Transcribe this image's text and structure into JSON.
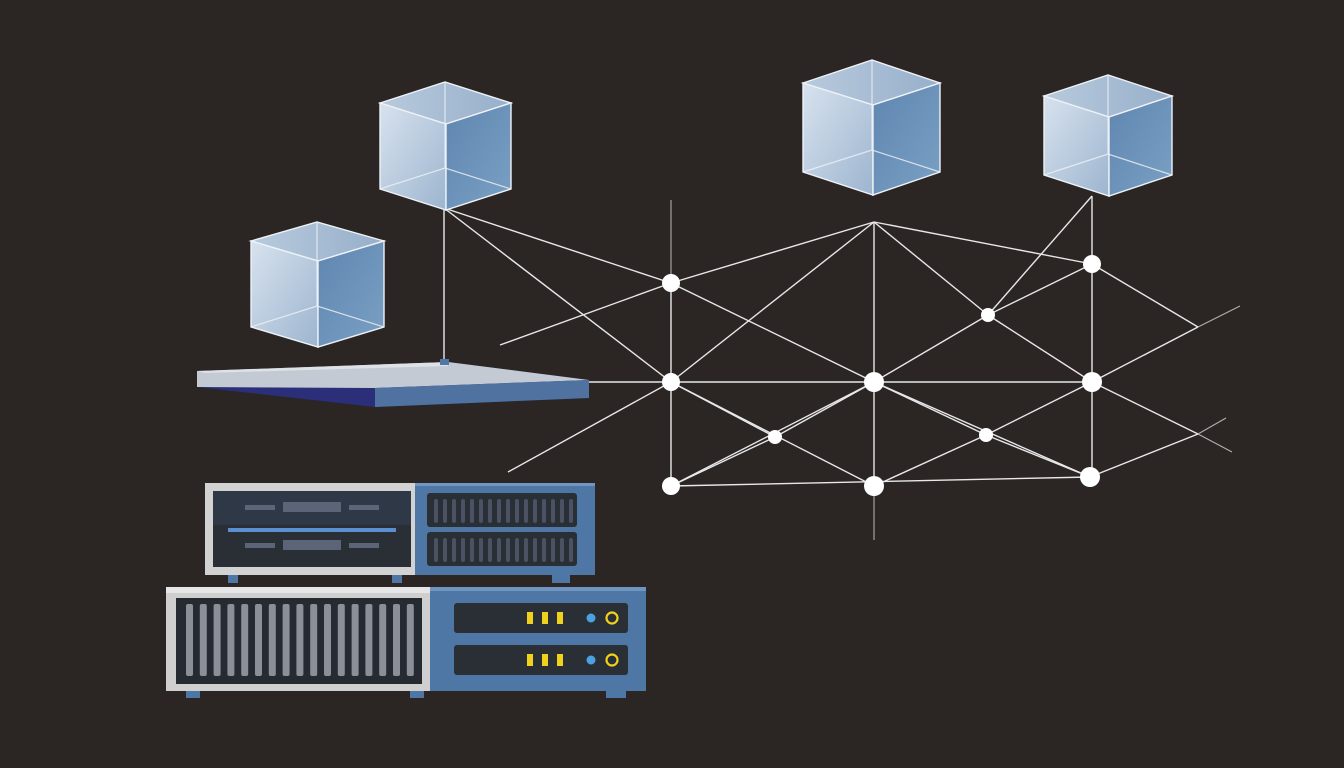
{
  "colors": {
    "background": "#2b2624",
    "cube_front": "#c6d4e4",
    "cube_side": "#6f94ba",
    "cube_top": "#a9bdd4",
    "cube_edge": "#eef2f7",
    "network_line": "#e8e8ea",
    "node": "#ffffff",
    "panel_top": "#c3cad3",
    "panel_side": "#4f72a0",
    "panel_bottom": "#2b2f7a",
    "server_blue": "#4f77a6",
    "server_gray": "#c9c9c9",
    "server_dark": "#2a2e35",
    "led_yellow": "#f0d21c",
    "led_blue": "#4aa3e0"
  },
  "diagram": {
    "cubes": [
      {
        "name": "cube-1"
      },
      {
        "name": "cube-2"
      },
      {
        "name": "cube-3"
      },
      {
        "name": "cube-4"
      }
    ],
    "nodes": [
      {
        "name": "node-a"
      },
      {
        "name": "node-b"
      },
      {
        "name": "node-c"
      },
      {
        "name": "node-d"
      },
      {
        "name": "node-e"
      },
      {
        "name": "node-f"
      },
      {
        "name": "node-g"
      },
      {
        "name": "node-h"
      },
      {
        "name": "node-i"
      },
      {
        "name": "node-j"
      },
      {
        "name": "node-k"
      },
      {
        "name": "node-l"
      }
    ],
    "devices": [
      {
        "name": "floating-panel"
      },
      {
        "name": "upper-server"
      },
      {
        "name": "lower-server"
      }
    ]
  }
}
